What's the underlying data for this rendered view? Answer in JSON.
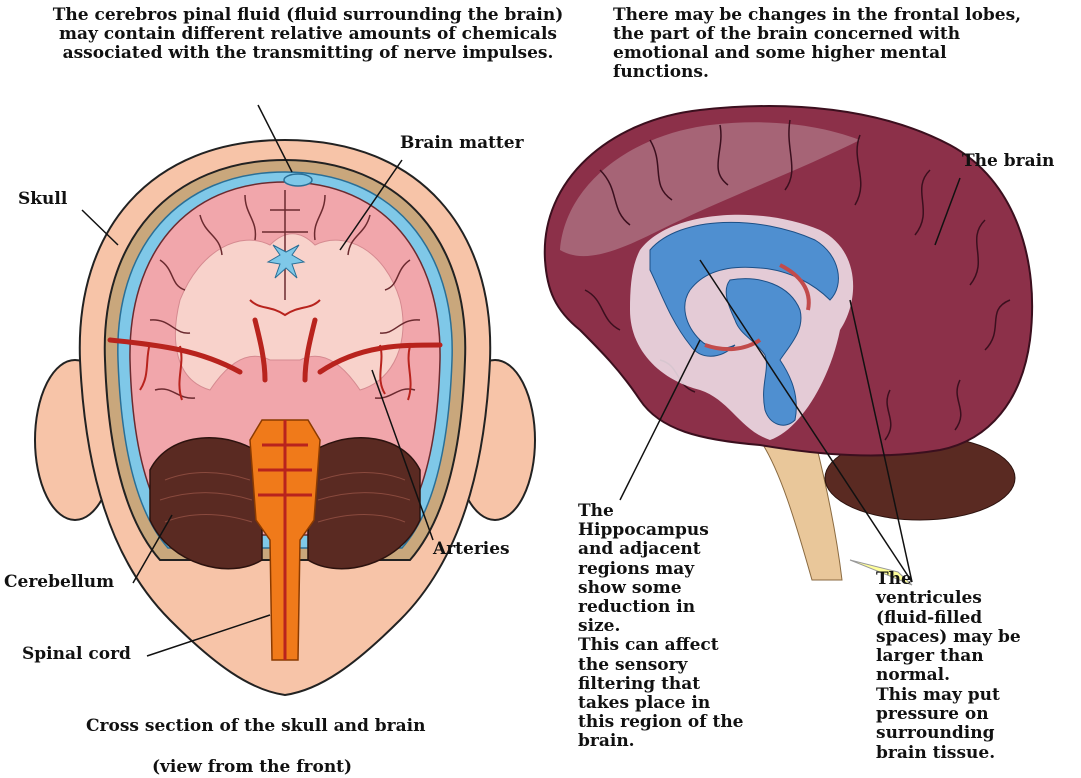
{
  "top_notes": {
    "csf_note": "The cerebros pinal fluid (fluid surrounding the brain)\nmay contain different relative amounts of chemicals\nassociated with the transmitting of nerve impulses.",
    "frontal_note": "There may be changes in the frontal lobes,\nthe part of the brain concerned with\nemotional and some higher mental\nfunctions."
  },
  "cross_section": {
    "labels": {
      "brain_matter": "Brain matter",
      "skull": "Skull",
      "arteries": "Arteries",
      "cerebellum": "Cerebellum",
      "spinal_cord": "Spinal cord"
    },
    "caption": "Cross section of the skull and brain",
    "caption_sub": "(view from the front)"
  },
  "side_view": {
    "labels": {
      "the_brain": "The brain"
    },
    "hippocampus_note": "The\nHippocampus\nand adjacent\nregions may\nshow some\nreduction in\nsize.\nThis can affect\nthe sensory\nfiltering that\ntakes place in\nthis region of the\nbrain.",
    "ventricles_note": "The\nventricules\n(fluid-filled\nspaces) may be\nlarger than\nnormal.\nThis may put\npressure on\nsurrounding\nbrain tissue."
  },
  "colors": {
    "skin": "#f7c4a8",
    "skull": "#c9a77c",
    "csf": "#7fc8e8",
    "brain_matter": "#f1a6ab",
    "white_matter": "#f8d2cb",
    "artery": "#b8231d",
    "cerebellum": "#5a2a22",
    "spinal_cord": "#f07a1a",
    "brain_side": "#8c3049",
    "ventricle": "#4f8fd0"
  }
}
